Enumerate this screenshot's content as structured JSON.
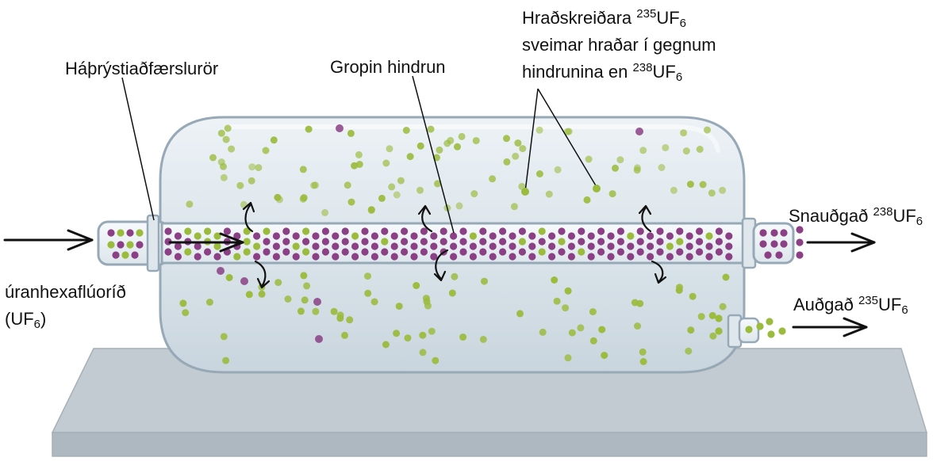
{
  "labels": {
    "high_pressure_tube": "Háþrýstiaðfærslurör",
    "porous_barrier": "Gropin hindrun",
    "fast_line1_prefix": "Hraðskreiðara ",
    "fast_line1_iso": "235",
    "fast_line1_formula": "UF",
    "fast_line1_sub": "6",
    "fast_line2": "sveimar hraðar í gegnum",
    "fast_line3_prefix": "hindrunina en ",
    "fast_line3_iso": "238",
    "fast_line3_formula": "UF",
    "fast_line3_sub": "6",
    "depleted_prefix": "Snauðgað ",
    "depleted_iso": "238",
    "depleted_formula": "UF",
    "depleted_sub": "6",
    "enriched_prefix": "Auðgað ",
    "enriched_iso": "235",
    "enriched_formula": "UF",
    "enriched_sub": "6",
    "feed_line1": "úranhexaflúoríð",
    "feed_line2_open": "(UF",
    "feed_line2_sub": "6",
    "feed_line2_close": ")"
  },
  "colors": {
    "uf6_235": "#9bbb3c",
    "uf6_238": "#8b3f84",
    "cylinder": "#d9e3ea",
    "cylinder_outline": "#97a9b6",
    "platform": "#c3cbd2"
  }
}
